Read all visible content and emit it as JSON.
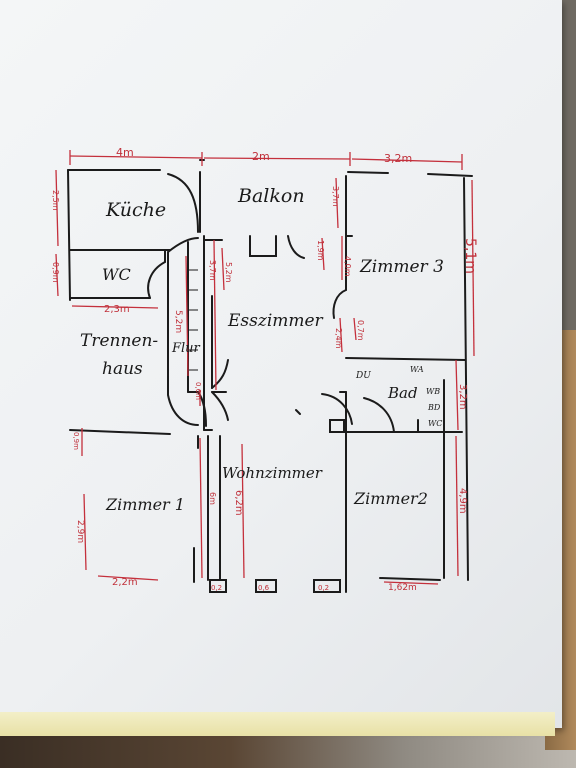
{
  "rooms": {
    "kueche": "Küche",
    "balkon": "Balkon",
    "wc": "WC",
    "treppenhaus_1": "Trennen-",
    "treppenhaus_2": "haus",
    "flur": "Flur",
    "esszimmer": "Esszimmer",
    "zimmer3": "Zimmer 3",
    "bad": "Bad",
    "du": "DU",
    "wa": "WA",
    "wb": "WB",
    "bd": "BD",
    "wc2": "WC",
    "wohnzimmer": "Wohnzimmer",
    "zimmer1": "Zimmer 1",
    "zimmer2": "Zimmer2"
  },
  "dimensions": {
    "top_kueche": "4m",
    "top_balkon": "2m",
    "top_zimmer3": "3,2m",
    "kueche_height": "2,5m",
    "wc_height": "0,9m",
    "stair_width": "2,3m",
    "flur_len": "5,2m",
    "ess_len1": "3,7m",
    "ess_len2": "5,2m",
    "balkon_right": "3,7m",
    "z3_small": "1,9m",
    "z3_mid": "4,0m",
    "right_total": "5,1m",
    "ess_lower": "0,7m",
    "ess_lower2": "2,4m",
    "bad_height": "3,2m",
    "z2_height": "4,9m",
    "z1_height": "2,9m",
    "z1_width": "2,2m",
    "wohn_sm": "6m",
    "wohn_len": "6,2m",
    "wohn_small": "0,9m",
    "flur_small": "0,6m",
    "bottom_a": "0,2",
    "bottom_b": "0,6",
    "bottom_c": "0,2",
    "z2_width": "1,62m"
  }
}
